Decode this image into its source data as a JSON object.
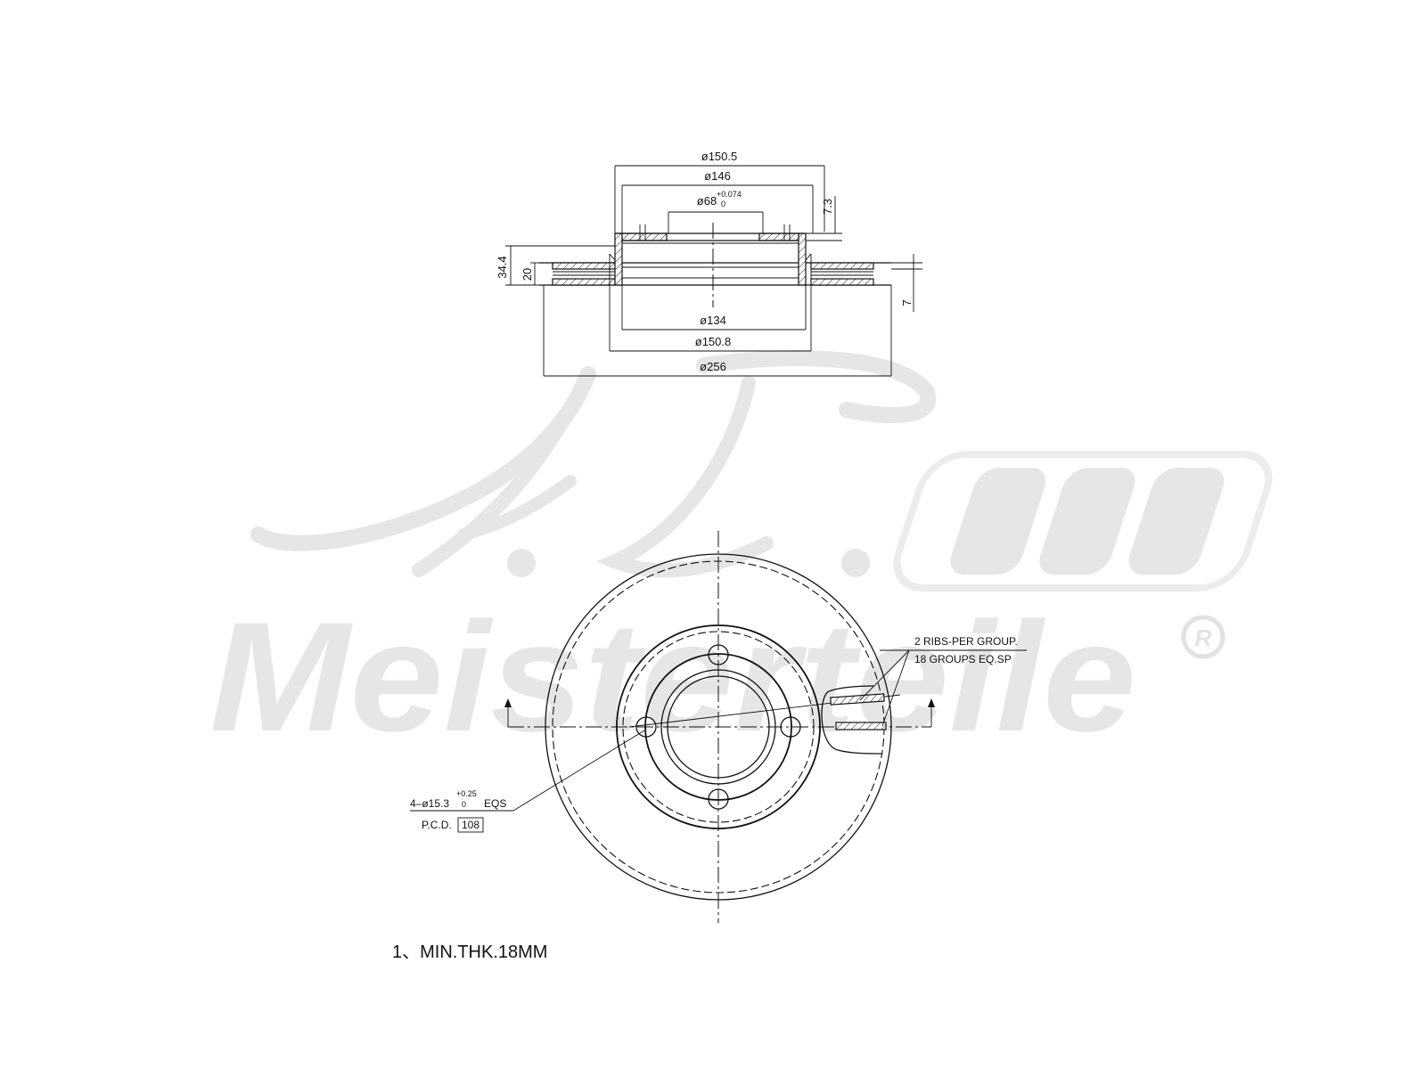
{
  "section_view": {
    "dims": {
      "d_150_5": "ø150.5",
      "d_146": "ø146",
      "d_68": "ø68",
      "d_68_tol_upper": "+0.074",
      "d_68_tol_lower": "0",
      "h_7_3": "7.3",
      "h_34_4": "34.4",
      "h_20": "20",
      "h_7": "7",
      "d_134": "ø134",
      "d_150_8": "ø150.8",
      "d_256": "ø256"
    }
  },
  "plan_view": {
    "ribs_note_line1": "2 RIBS-PER GROUP.",
    "ribs_note_line2": "18 GROUPS EQ.SP",
    "bolt_note_prefix": "4–ø15.3",
    "bolt_tol_upper": "+0.25",
    "bolt_tol_lower": "0",
    "bolt_note_suffix": "EQS",
    "pcd_label": "P.C.D.",
    "pcd_value": "108"
  },
  "footnote": "1、MIN.THK.18MM",
  "watermark": {
    "initials": "A.L.",
    "brand": "Meisterteile",
    "registered": "R"
  }
}
